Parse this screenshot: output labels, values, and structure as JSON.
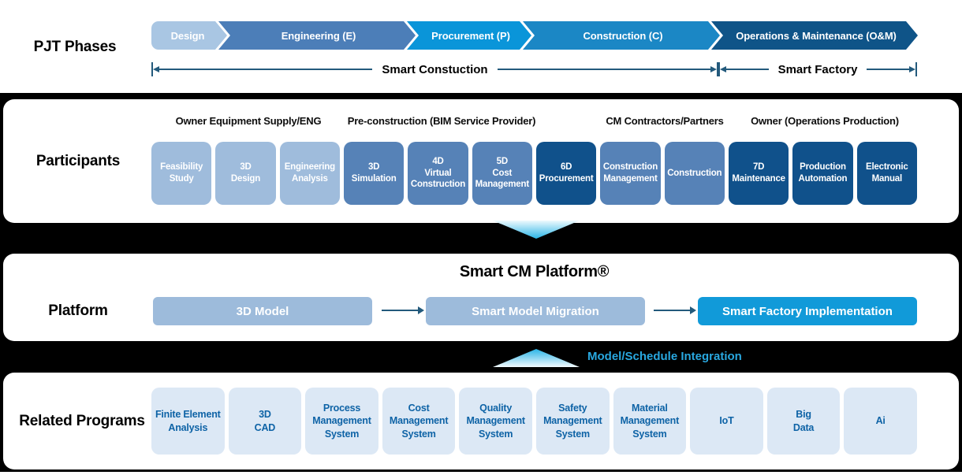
{
  "phases": {
    "label": "PJT Phases",
    "items": [
      {
        "label": "Design",
        "color": "#a9c6e3"
      },
      {
        "label": "Engineering (E)",
        "color": "#4c7eb8"
      },
      {
        "label": "Procurement (P)",
        "color": "#0a95d9"
      },
      {
        "label": "Construction (C)",
        "color": "#1b87c5"
      },
      {
        "label": "Operations & Maintenance (O&M)",
        "color": "#0f5488"
      }
    ],
    "spans": [
      {
        "label": "Smart Constuction"
      },
      {
        "label": "Smart Factory"
      }
    ]
  },
  "participants": {
    "label": "Participants",
    "groups": [
      {
        "label": "Owner Equipment Supply/ENG"
      },
      {
        "label": "Pre-construction (BIM Service Provider)"
      },
      {
        "label": "CM Contractors/Partners"
      },
      {
        "label": "Owner (Operations Production)"
      }
    ],
    "boxes": [
      {
        "label": "Feasibility\nStudy",
        "tone": "light"
      },
      {
        "label": "3D\nDesign",
        "tone": "light"
      },
      {
        "label": "Engineering\nAnalysis",
        "tone": "light"
      },
      {
        "label": "3D\nSimulation",
        "tone": "medium"
      },
      {
        "label": "4D\nVirtual\nConstruction",
        "tone": "medium"
      },
      {
        "label": "5D\nCost\nManagement",
        "tone": "medium"
      },
      {
        "label": "6D\nProcurement",
        "tone": "dark"
      },
      {
        "label": "Construction\nManagement",
        "tone": "medium"
      },
      {
        "label": "Construction",
        "tone": "medium"
      },
      {
        "label": "7D\nMaintenance",
        "tone": "dark"
      },
      {
        "label": "Production\nAutomation",
        "tone": "dark"
      },
      {
        "label": "Electronic\nManual",
        "tone": "dark"
      }
    ]
  },
  "platform": {
    "label": "Platform",
    "title": "Smart CM Platform®",
    "boxes": [
      {
        "label": "3D Model",
        "tone": "light"
      },
      {
        "label": "Smart Model Migration",
        "tone": "light"
      },
      {
        "label": "Smart Factory Implementation",
        "tone": "accent"
      }
    ]
  },
  "integration_label": "Model/Schedule Integration",
  "related": {
    "label": "Related Programs",
    "boxes": [
      {
        "label": "Finite Element\nAnalysis"
      },
      {
        "label": "3D\nCAD"
      },
      {
        "label": "Process\nManagement\nSystem"
      },
      {
        "label": "Cost\nManagement\nSystem"
      },
      {
        "label": "Quality\nManagement\nSystem"
      },
      {
        "label": "Safety\nManagement\nSystem"
      },
      {
        "label": "Material\nManagement\nSystem"
      },
      {
        "label": "IoT"
      },
      {
        "label": "Big\nData"
      },
      {
        "label": "Ai"
      }
    ]
  },
  "colors": {
    "phase_design": "#a9c6e3",
    "phase_engineering": "#4c7eb8",
    "phase_procurement": "#0a95d9",
    "phase_construction": "#1b87c5",
    "phase_om": "#0f5488",
    "participant_light": "#9fbcdc",
    "participant_medium": "#5682b7",
    "participant_dark": "#10518b",
    "platform_box_light": "#9dbbdb",
    "platform_box_accent": "#119ad9",
    "related_box_bg": "#dce8f5",
    "related_box_text": "#0e63a6",
    "integration_accent": "#29a8e0",
    "dimension_line": "#235a7c",
    "band_background": "#000000"
  }
}
